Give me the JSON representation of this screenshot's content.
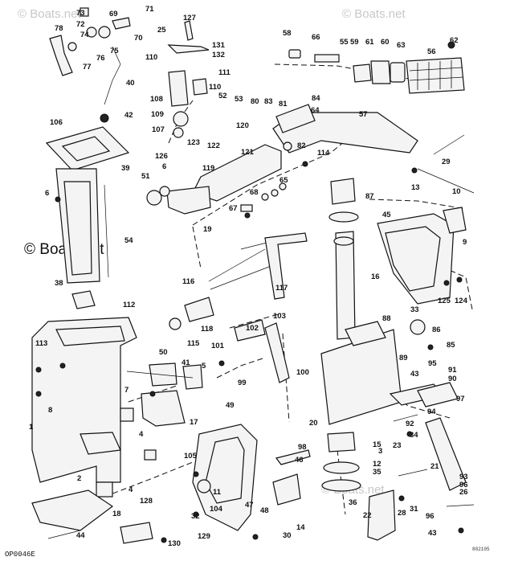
{
  "watermarks": {
    "faint": "© Boats.net",
    "main": "© Boats.net"
  },
  "diagram_code": "OP0046E",
  "corner_code": "802105",
  "labels": [
    "73",
    "69",
    "71",
    "72",
    "127",
    "74",
    "78",
    "25",
    "70",
    "76",
    "75",
    "131",
    "132",
    "77",
    "58",
    "66",
    "55",
    "59",
    "61",
    "60",
    "63",
    "56",
    "62",
    "110",
    "111",
    "110",
    "40",
    "108",
    "52",
    "53",
    "80",
    "83",
    "81",
    "84",
    "64",
    "57",
    "42",
    "109",
    "120",
    "106",
    "107",
    "123",
    "122",
    "121",
    "82",
    "114",
    "126",
    "6",
    "119",
    "39",
    "51",
    "68",
    "65",
    "6",
    "67",
    "29",
    "13",
    "10",
    "87",
    "19",
    "54",
    "45",
    "9",
    "116",
    "117",
    "16",
    "38",
    "112",
    "118",
    "115",
    "88",
    "33",
    "86",
    "125",
    "124",
    "113",
    "103",
    "85",
    "102",
    "101",
    "95",
    "50",
    "99",
    "100",
    "91",
    "43",
    "90",
    "41",
    "89",
    "5",
    "7",
    "8",
    "1",
    "49",
    "17",
    "92",
    "94",
    "97",
    "4",
    "20",
    "15",
    "98",
    "34",
    "3",
    "105",
    "46",
    "23",
    "21",
    "12",
    "35",
    "93",
    "2",
    "96",
    "4",
    "32",
    "47",
    "31",
    "26",
    "36",
    "28",
    "104",
    "48",
    "22",
    "18",
    "11",
    "96",
    "128",
    "14",
    "130",
    "129",
    "30",
    "44",
    "43"
  ]
}
